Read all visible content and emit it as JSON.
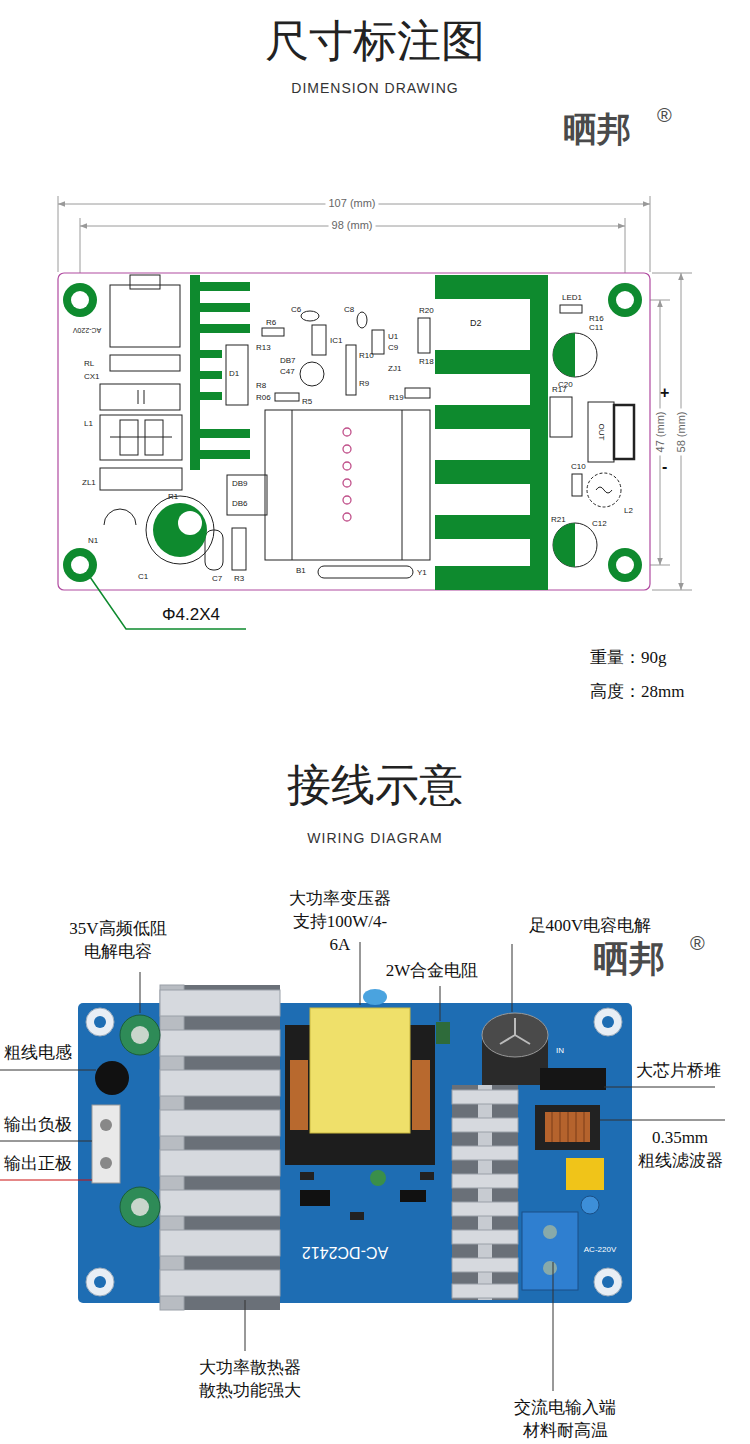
{
  "diagram": {
    "title": "尺寸标注图",
    "labels": [
      "DIMENSION DRAWING",
      "晒邦",
      "®",
      "107 (mm)",
      "98 (mm)",
      "47 (mm)",
      "58 (mm)",
      "AC-220V",
      "RL",
      "CX1",
      "L1",
      "ZL1",
      "R1",
      "N1",
      "C1",
      "C7",
      "R3",
      "B1",
      "Y1",
      "D1",
      "R6",
      "C6",
      "IC1",
      "C8",
      "R13",
      "DB7",
      "C47",
      "R8",
      "R06",
      "R5",
      "R10",
      "R9",
      "U1",
      "C9",
      "ZJ1",
      "R20",
      "R18",
      "R19",
      "D2",
      "LED1",
      "R16",
      "C11",
      "R17",
      "C20",
      "OUT",
      "+",
      "-",
      "C10",
      "R21",
      "L2",
      "C12",
      "DB9",
      "DB6",
      "Φ4.2X4",
      "重量：90g",
      "高度：28mm",
      "接线示意",
      "WIRING DIAGRAM",
      "35V高频低阻 电解电容",
      "大功率变压器 支持100W/4-6A",
      "足400V电容电解",
      "2W合金电阻",
      "晒邦",
      "®",
      "粗线电感",
      "大芯片桥堆",
      "输出负极",
      "0.35mm 粗线滤波器",
      "输出正极",
      "AC-DC2412",
      "AC-220V",
      "IN",
      "大功率散热器 散热功能强大",
      "交流电输入端 材料耐高温"
    ]
  }
}
